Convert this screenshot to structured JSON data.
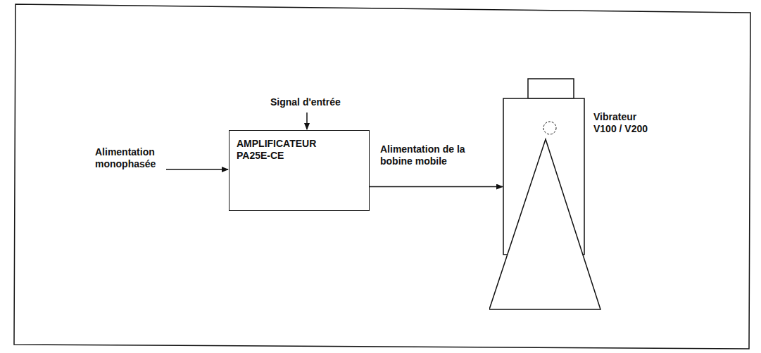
{
  "diagram": {
    "nodes": [
      {
        "text": [
          "AMPLIFICATEUR PA25E-CE"
        ]
      },
      {
        "text": [
          "Vibrateur V100 / V200"
        ]
      }
    ],
    "edges": [
      {
        "from": 0,
        "to": 1,
        "arrow": "to",
        "label": "Alimentation de la bobine mobile"
      }
    ],
    "labels": [
      "Signal d'entrée",
      "Alimentation monophasée"
    ]
  }
}
